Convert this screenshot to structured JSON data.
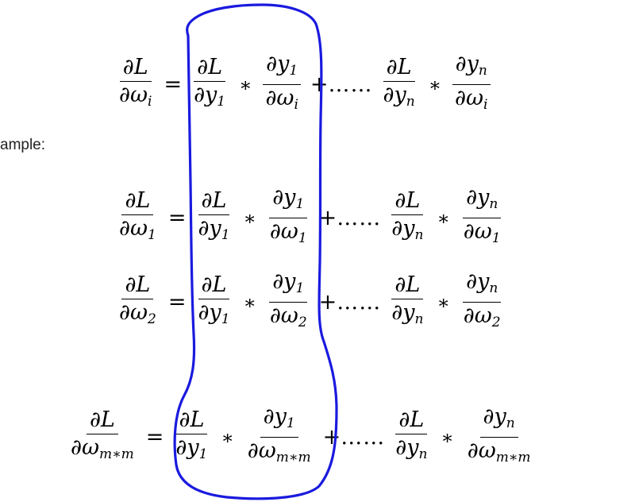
{
  "side_text": "ample:",
  "d": "∂",
  "L": "L",
  "y": "y",
  "omega": "ω",
  "times": "∗",
  "plus": "+",
  "equals": "=",
  "dots": "……",
  "sub_i": "i",
  "sub_1": "1",
  "sub_2": "2",
  "sub_n": "n",
  "sub_mm": "m∗m",
  "highlight_color": "#1a1adf"
}
